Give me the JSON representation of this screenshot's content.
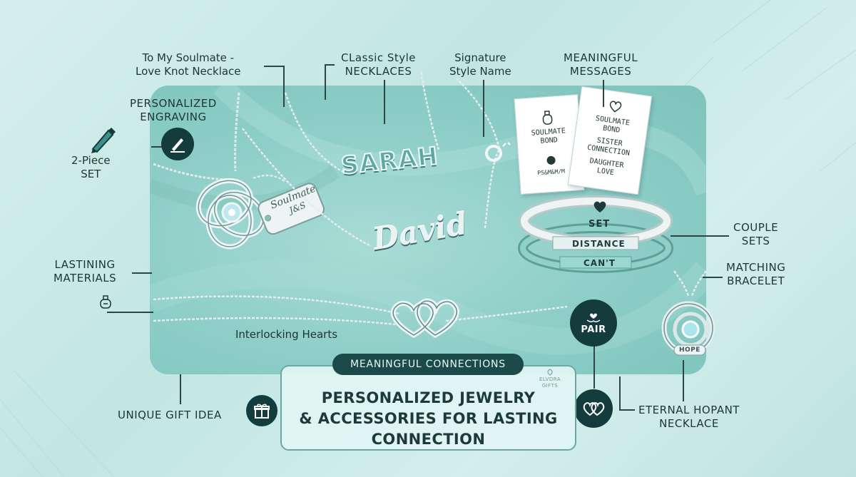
{
  "labels": {
    "love_knot": [
      "To My Soulmate -",
      "Love Knot Necklace"
    ],
    "classic": [
      "CLassic Style",
      "NECKLACES"
    ],
    "signature": [
      "Signature",
      "Style Name"
    ],
    "messages": [
      "MEANINGFUL",
      "MESSAGES"
    ],
    "engraving": [
      "PERSONALIZED",
      "ENGRAVING"
    ],
    "two_piece": [
      "2-Piece",
      "SET"
    ],
    "lasting": [
      "LASTINING",
      "MATERIALS"
    ],
    "couple": [
      "COUPLE",
      "SETS"
    ],
    "matching": [
      "MATCHING",
      "BRACELET"
    ],
    "interlocking": "Interlocking Hearts",
    "unique_gift": "UNIQUE GIFT IDEA",
    "eternal": [
      "ETERNAL HOPANT",
      "NECKLACE"
    ]
  },
  "pendant_tag": [
    "Soulmate",
    "J&S"
  ],
  "names": {
    "sarah": "SARAH",
    "david": "David"
  },
  "cards": {
    "front": [
      "SOULMATE",
      "BOND"
    ],
    "front_sign": "PS&M&M/M",
    "back": [
      "SOULMATE",
      "BOND",
      "SISTER",
      "CONNECTION",
      "DAUGHTER",
      "LOVE"
    ]
  },
  "bracelet": {
    "set": "SET",
    "distance": "DISTANCE",
    "cant": "CAN'T"
  },
  "pendant_charm": "HOPE",
  "pair_badge": "PAIR",
  "banner": {
    "pill": "MEANINGFUL CONNECTIONS",
    "title": [
      "PERSONALIZED JEWELRY",
      "& ACCESSORIES FOR LASTING",
      "CONNECTION"
    ],
    "brand": [
      "ELVDRA",
      "GIFTS"
    ]
  },
  "colors": {
    "background": "#c9e9e5",
    "panel": "#8ccdc7",
    "dark_teal": "#143c3d",
    "silver": "#e2ecec"
  },
  "icons": [
    "pen-icon",
    "engraving-pen-icon",
    "perfume-bottle-icon",
    "gift-icon",
    "hands-heart-icon",
    "double-heart-icon"
  ]
}
